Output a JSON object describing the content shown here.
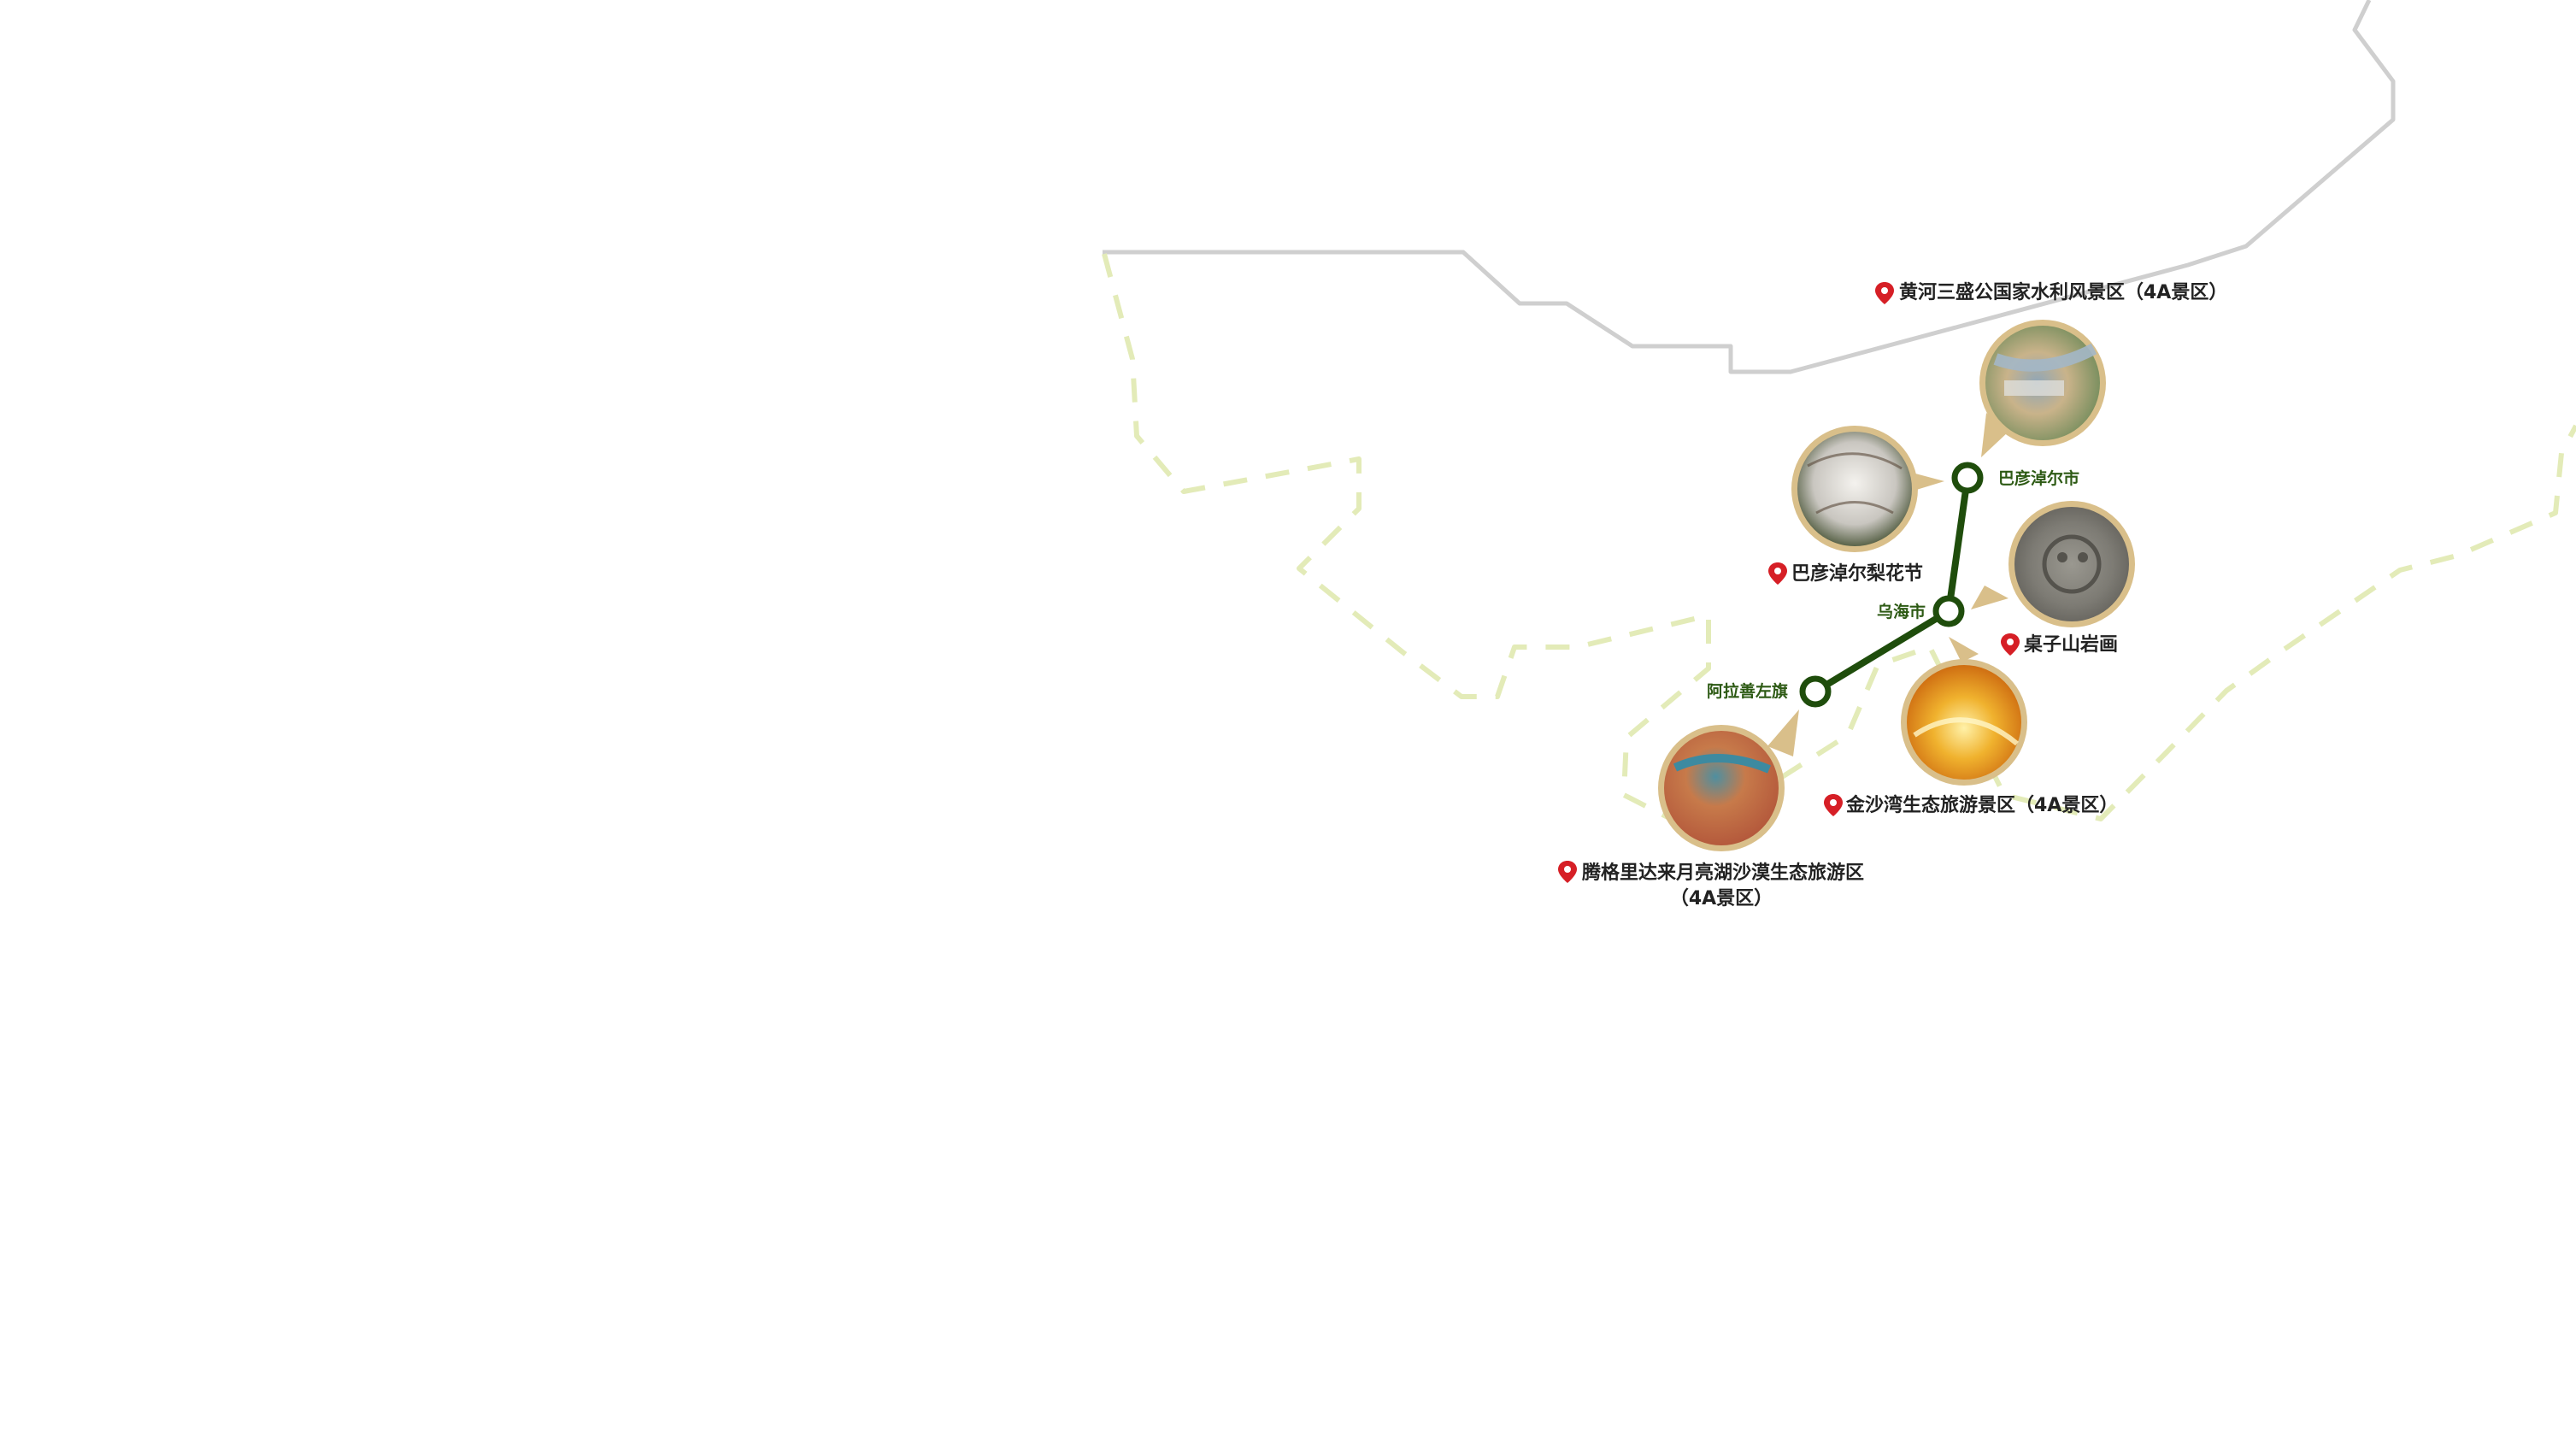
{
  "cities": {
    "bayannur": "巴彦淖尔市",
    "wuhai": "乌海市",
    "alxa_left": "阿拉善左旗"
  },
  "spots": {
    "yellow_river": "黄河三盛公国家水利风景区（4A景区）",
    "pear_blossom": "巴彦淖尔梨花节",
    "zhuozi_rock": "桌子山岩画",
    "jinshawan": "金沙湾生态旅游景区（4A景区）",
    "tengger_line1": "腾格里达来月亮湖沙漠生态旅游区",
    "tengger_line2": "（4A景区）"
  },
  "colors": {
    "route": "#1f4d0c",
    "border_gray": "#cfcfcf",
    "border_dash": "#e3ebb8",
    "pin": "#d61f26",
    "photo_frame": "#d9bf8a"
  },
  "icons": {
    "pin": "map-pin-icon"
  }
}
